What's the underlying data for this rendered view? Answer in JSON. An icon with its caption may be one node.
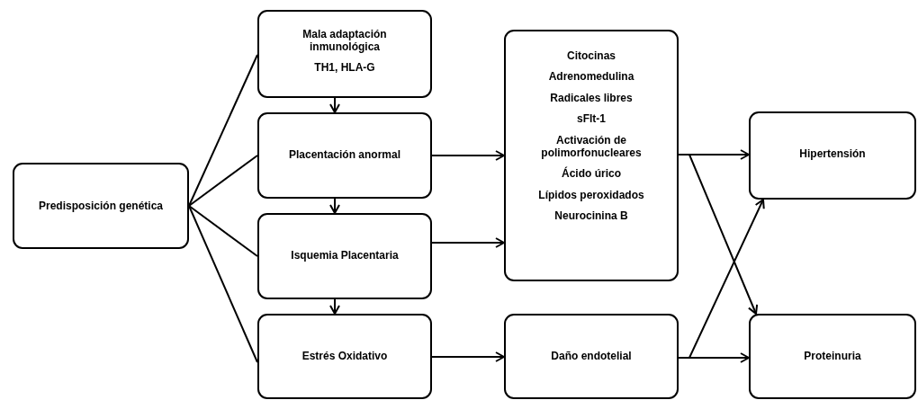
{
  "diagram": {
    "nodes": [
      {
        "text": [
          "Predisposición genética"
        ]
      },
      {
        "text": [
          "Mala adaptación inmunológica",
          "TH1, HLA-G"
        ]
      },
      {
        "text": [
          "Placentación anormal"
        ]
      },
      {
        "text": [
          "Isquemia Placentaria"
        ]
      },
      {
        "text": [
          "Estrés Oxidativo"
        ]
      },
      {
        "text": [
          "Citocinas",
          "Adrenomedulina",
          "Radicales libres",
          "sFlt-1",
          "Activación de polimorfonucleares",
          "Ácido úrico",
          "Lípidos peroxidados",
          "Neurocinina B"
        ]
      },
      {
        "text": [
          "Daño endotelial"
        ]
      },
      {
        "text": [
          "Hipertensión"
        ]
      },
      {
        "text": [
          "Proteinuria"
        ]
      }
    ],
    "edges": [
      {
        "from": 0,
        "to": 1,
        "arrow": "none"
      },
      {
        "from": 0,
        "to": 2,
        "arrow": "none"
      },
      {
        "from": 0,
        "to": 3,
        "arrow": "none"
      },
      {
        "from": 0,
        "to": 4,
        "arrow": "none"
      },
      {
        "from": 1,
        "to": 2,
        "arrow": "to"
      },
      {
        "from": 2,
        "to": 3,
        "arrow": "to"
      },
      {
        "from": 3,
        "to": 4,
        "arrow": "to"
      },
      {
        "from": 2,
        "to": 5,
        "arrow": "to"
      },
      {
        "from": 3,
        "to": 5,
        "arrow": "to"
      },
      {
        "from": 4,
        "to": 6,
        "arrow": "to"
      },
      {
        "from": 5,
        "to": 7,
        "arrow": "to"
      },
      {
        "from": 5,
        "to": 8,
        "arrow": "to"
      },
      {
        "from": 6,
        "to": 8,
        "arrow": "to"
      },
      {
        "from": 6,
        "to": 7,
        "arrow": "to"
      }
    ]
  }
}
